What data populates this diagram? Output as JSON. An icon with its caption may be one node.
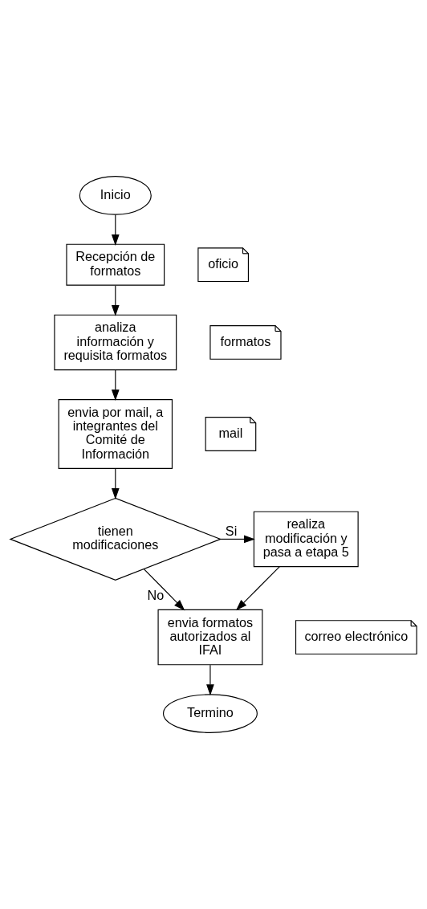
{
  "diagram": {
    "nodes": [
      {
        "text": [
          "Inicio"
        ]
      },
      {
        "text": [
          "Recepción de formatos"
        ]
      },
      {
        "text": [
          "oficio"
        ]
      },
      {
        "text": [
          "analiza información y requisita formatos"
        ]
      },
      {
        "text": [
          "formatos"
        ]
      },
      {
        "text": [
          "envia por mail, a integrantes del Comité de Información"
        ]
      },
      {
        "text": [
          "mail"
        ]
      },
      {
        "text": [
          "tienen modificaciones"
        ]
      },
      {
        "text": [
          "realiza modificación y pasa a etapa 5"
        ]
      },
      {
        "text": [
          "envia formatos autorizados al IFAI"
        ]
      },
      {
        "text": [
          "correo electrónico"
        ]
      },
      {
        "text": [
          "Termino"
        ]
      }
    ],
    "edges": [
      {
        "from": 0,
        "to": 1,
        "arrow": "to"
      },
      {
        "from": 1,
        "to": 3,
        "arrow": "to"
      },
      {
        "from": 3,
        "to": 5,
        "arrow": "to"
      },
      {
        "from": 5,
        "to": 7,
        "arrow": "to"
      },
      {
        "from": 7,
        "to": 8,
        "arrow": "to",
        "label": "Si"
      },
      {
        "from": 7,
        "to": 9,
        "arrow": "to",
        "label": "No"
      },
      {
        "from": 8,
        "to": 9,
        "arrow": "to"
      },
      {
        "from": 9,
        "to": 11,
        "arrow": "to"
      }
    ]
  }
}
